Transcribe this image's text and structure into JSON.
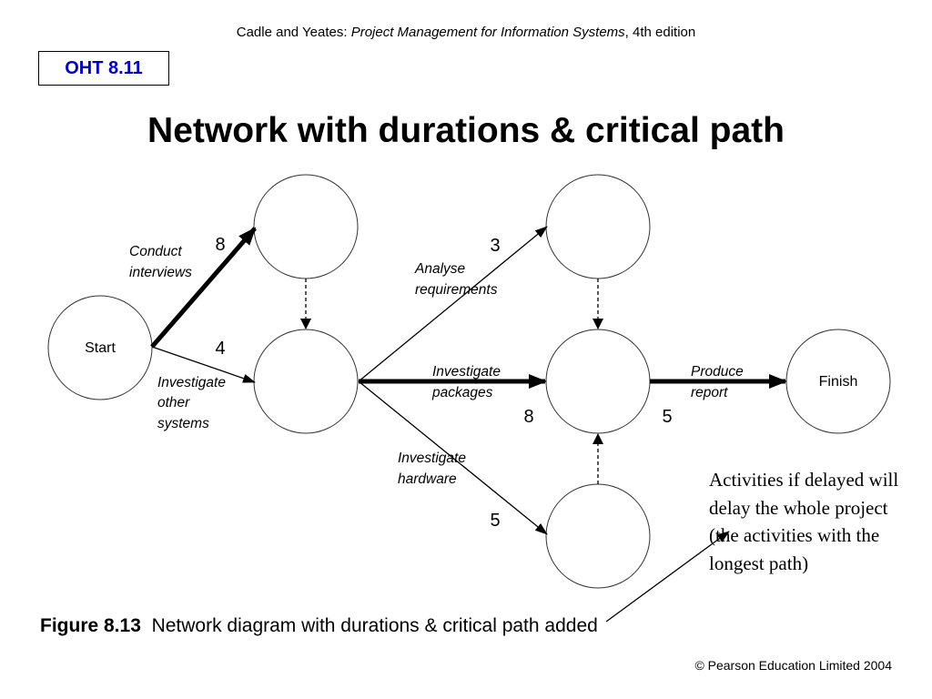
{
  "header": {
    "authors": "Cadle and Yeates: ",
    "book_title": "Project Management for Information Systems",
    "edition": ", 4th edition"
  },
  "badge": {
    "label": "OHT 8.11"
  },
  "title": "Network with durations & critical path",
  "diagram": {
    "nodes": {
      "start": "Start",
      "finish": "Finish"
    },
    "activities": {
      "conduct_interviews": {
        "line1": "Conduct",
        "line2": "interviews",
        "duration": "8",
        "critical": true
      },
      "investigate_other_systems": {
        "line1": "Investigate",
        "line2": "other",
        "line3": "systems",
        "duration": "4",
        "critical": false
      },
      "analyse_requirements": {
        "line1": "Analyse",
        "line2": "requirements",
        "duration": "3",
        "critical": false
      },
      "investigate_packages": {
        "line1": "Investigate",
        "line2": "packages",
        "duration": "8",
        "critical": true
      },
      "investigate_hardware": {
        "line1": "Investigate",
        "line2": "hardware",
        "duration": "5",
        "critical": false
      },
      "produce_report": {
        "line1": "Produce",
        "line2": "report",
        "duration": "5",
        "critical": true
      }
    },
    "note": "Activities if delayed will delay the whole project (the activities with the longest path)"
  },
  "caption": {
    "figure_label": "Figure 8.13",
    "text": "Network diagram with durations & critical path added"
  },
  "copyright": "© Pearson Education Limited 2004"
}
